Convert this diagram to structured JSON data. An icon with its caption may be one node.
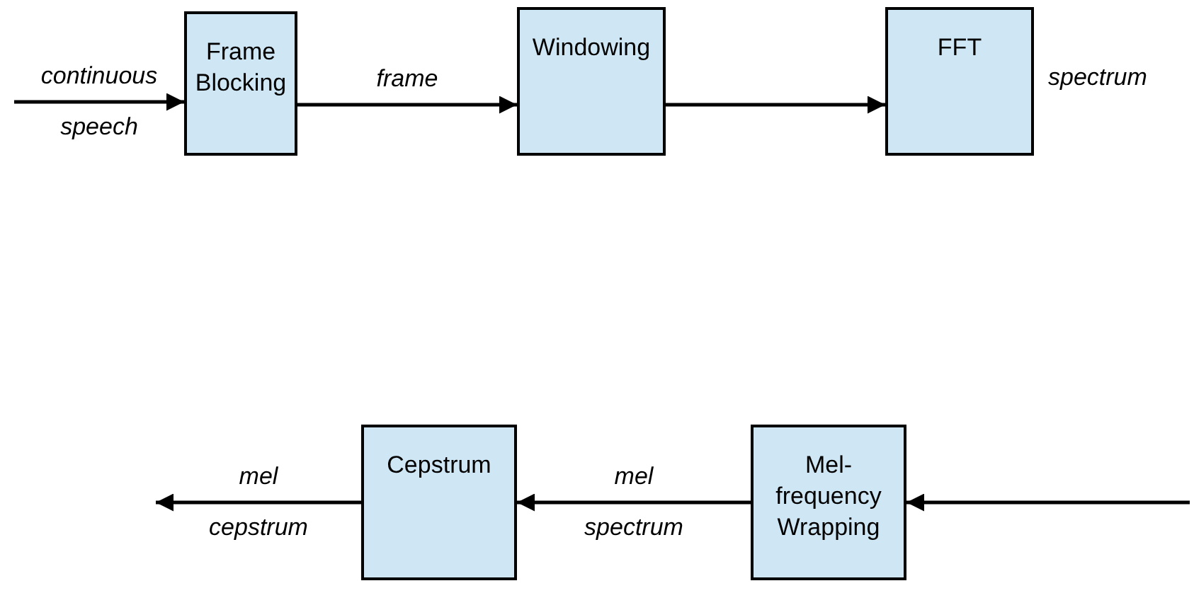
{
  "diagram": {
    "nodes": [
      {
        "text": [
          "Frame Blocking"
        ]
      },
      {
        "text": [
          "Windowing"
        ]
      },
      {
        "text": [
          "FFT"
        ],
        "beside": [
          "spectrum"
        ]
      },
      {
        "text": [
          "Cepstrum"
        ]
      },
      {
        "text": [
          "Mel-frequency Wrapping"
        ]
      }
    ],
    "edges": [
      {
        "from": null,
        "to": 0,
        "arrow": "to",
        "label": "continuous speech"
      },
      {
        "from": 0,
        "to": 1,
        "arrow": "to",
        "label": "frame"
      },
      {
        "from": 1,
        "to": 2,
        "arrow": "to"
      },
      {
        "from": null,
        "to": 4,
        "arrow": "to"
      },
      {
        "from": 4,
        "to": 3,
        "arrow": "to",
        "label": "mel spectrum"
      },
      {
        "from": 3,
        "to": null,
        "arrow": "to",
        "label": "mel cepstrum"
      }
    ]
  }
}
